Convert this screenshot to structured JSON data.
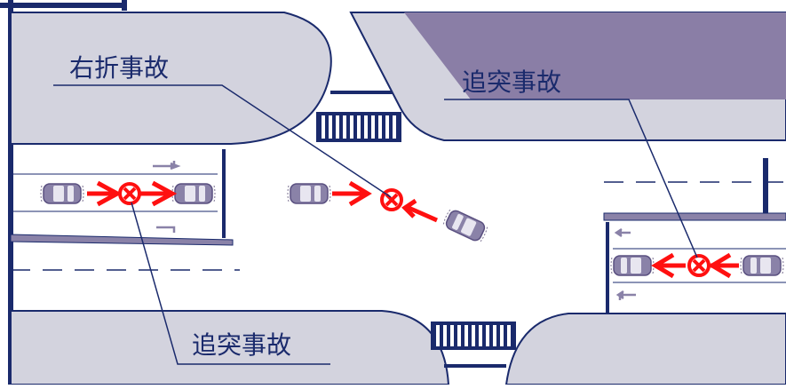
{
  "labels": {
    "right_turn_accident": "右折事故",
    "rear_end_accident_top": "追突事故",
    "rear_end_accident_bottom": "追突事故"
  },
  "colors": {
    "road_border": "#1a2a6c",
    "block_fill": "#d3d3de",
    "shaded_block": "#8a7ea6",
    "car_body": "#8a82a8",
    "collision_red": "#ff1010",
    "leader_line": "#1a2a6c",
    "background": "#ffffff"
  },
  "icons": [
    "car-icon",
    "collision-mark-icon",
    "turn-arrow-icon",
    "crosswalk"
  ]
}
